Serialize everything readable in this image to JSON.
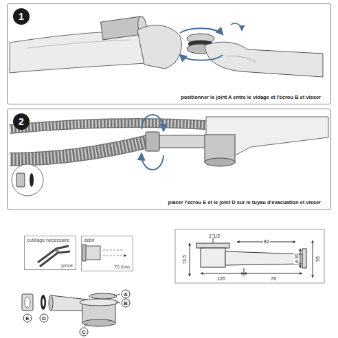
{
  "diagram": {
    "nodes": [
      {
        "text": [
          "positionner le joint A entre le vidage et l'écrou B et visser"
        ]
      },
      {
        "text": [
          "1"
        ],
        "in": 0
      },
      {
        "text": [
          "placer l'écrou E et le joint D sur le tuyau d'évacuation et visser"
        ]
      },
      {
        "text": [
          "2"
        ],
        "in": 2
      },
      {
        "text": [
          "outillage nécessaire",
          "pince"
        ]
      },
      {
        "text": [
          "débit",
          "70 l/mn"
        ]
      }
    ],
    "labels": [
      "A",
      "B",
      "C",
      "D",
      "E",
      "1\"1/2",
      "82",
      "ø 40",
      "73.5",
      "95",
      "120",
      "76"
    ]
  }
}
